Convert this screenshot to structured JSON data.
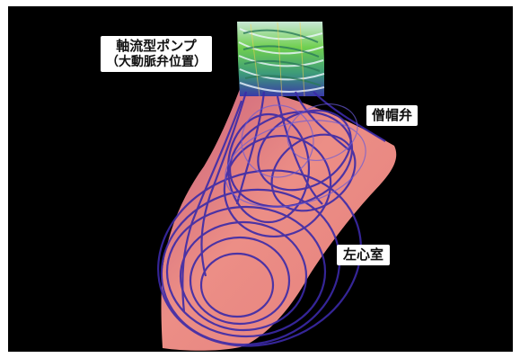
{
  "labels": {
    "pump_line1": "軸流型ポンプ",
    "pump_line2": "（大動脈弁位置）",
    "mitral_valve": "僧帽弁",
    "left_ventricle": "左心室"
  },
  "colors": {
    "background": "#000000",
    "frame": "#ffffff",
    "ventricle_surface": "#e98c86",
    "streamlines": "#3b2aa8",
    "pump_flow": "#8fd43a"
  }
}
